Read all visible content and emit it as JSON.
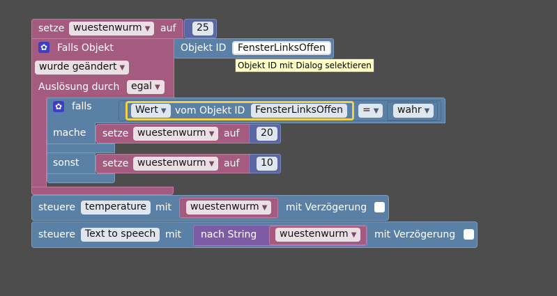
{
  "set1": {
    "keyword": "setze",
    "variable": "wuestenwurm",
    "to": "auf",
    "value": "25"
  },
  "trigger": {
    "title": "Falls Objekt",
    "object_label": "Objekt ID",
    "object_value": "FensterLinksOffen",
    "tooltip": "Objekt ID mit Dialog selektieren",
    "condition": "wurde geändert",
    "trigger_label": "Auslösung durch",
    "trigger_value": "egal"
  },
  "ifblock": {
    "if_label": "falls",
    "do_label": "mache",
    "else_label": "sonst",
    "cond": {
      "prop": "Wert",
      "of_label": "vom Objekt ID",
      "object_value": "FensterLinksOffen",
      "op": "=",
      "bool": "wahr"
    },
    "then": {
      "keyword": "setze",
      "variable": "wuestenwurm",
      "to": "auf",
      "value": "20"
    },
    "else": {
      "keyword": "setze",
      "variable": "wuestenwurm",
      "to": "auf",
      "value": "10"
    }
  },
  "control1": {
    "keyword": "steuere",
    "target": "temperature",
    "with": "mit",
    "variable": "wuestenwurm",
    "delay": "mit Verzögerung"
  },
  "control2": {
    "keyword": "steuere",
    "target": "Text to speech",
    "with": "mit",
    "convert": "nach String",
    "variable": "wuestenwurm",
    "delay": "mit Verzögerung"
  },
  "icons": {
    "gear": "gear-icon",
    "dropdown": "dropdown-arrow-icon"
  },
  "colors": {
    "variables": "#a55b80",
    "logic": "#5b80a5",
    "math": "#5b67a5",
    "text": "#7d5ba5",
    "highlight": "#f4cf4a",
    "background": "#4d4d4d"
  }
}
